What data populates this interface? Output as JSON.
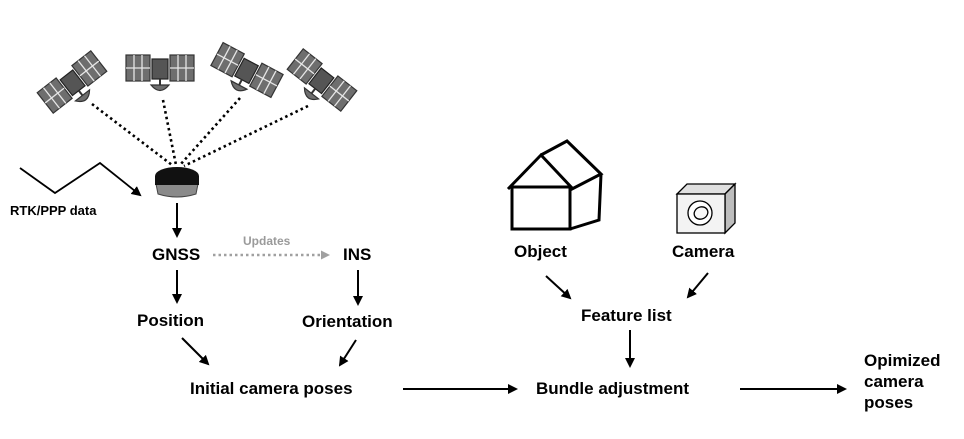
{
  "labels": {
    "rtk": "RTK/PPP data",
    "gnss": "GNSS",
    "updates": "Updates",
    "ins": "INS",
    "position": "Position",
    "orientation": "Orientation",
    "initial_poses": "Initial camera poses",
    "object": "Object",
    "camera": "Camera",
    "feature_list": "Feature list",
    "bundle_adjustment": "Bundle adjustment",
    "optimized_line1": "Opimized",
    "optimized_line2": "camera",
    "optimized_line3": "poses"
  },
  "icons": {
    "satellites": [
      "satellite-icon",
      "satellite-icon",
      "satellite-icon",
      "satellite-icon"
    ],
    "receiver": "gnss-receiver-icon",
    "object": "house-icon",
    "camera": "camera-icon"
  },
  "colors": {
    "stroke": "#000000",
    "updates_arrow": "#a0a0a0",
    "satellite_fill": "#6e6e6e",
    "receiver_top": "#111111",
    "receiver_body": "#8a8a8a"
  }
}
